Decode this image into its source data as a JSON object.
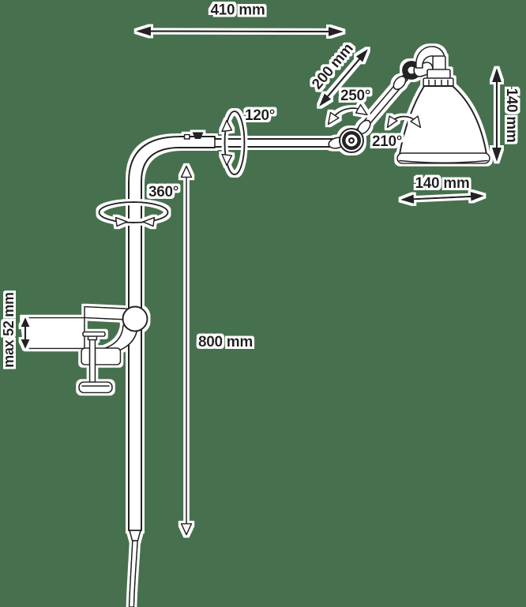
{
  "colors": {
    "background": "#47714e",
    "stroke": "#222222",
    "fill": "#ffffff",
    "text": "#1a1a1a",
    "halo": "#ffffff"
  },
  "diagram": {
    "subject": "Dimensional drawing of a clamp-mounted articulated architect lamp",
    "annotations": [
      {
        "id": "overall-arm-reach",
        "label": "410 mm",
        "kind": "linear"
      },
      {
        "id": "upper-arm-length",
        "label": "200 mm",
        "kind": "linear"
      },
      {
        "id": "elbow-rotation",
        "label": "250°",
        "kind": "angular"
      },
      {
        "id": "arm-swivel",
        "label": "120°",
        "kind": "angular"
      },
      {
        "id": "shade-tilt",
        "label": "210°",
        "kind": "angular"
      },
      {
        "id": "shade-height",
        "label": "140 mm",
        "kind": "linear"
      },
      {
        "id": "shade-diameter",
        "label": "140 mm",
        "kind": "linear"
      },
      {
        "id": "pole-rotation",
        "label": "360°",
        "kind": "angular"
      },
      {
        "id": "pole-height",
        "label": "800 mm",
        "kind": "linear"
      },
      {
        "id": "clamp-max-thickness",
        "label": "max 52 mm",
        "kind": "linear"
      }
    ]
  }
}
